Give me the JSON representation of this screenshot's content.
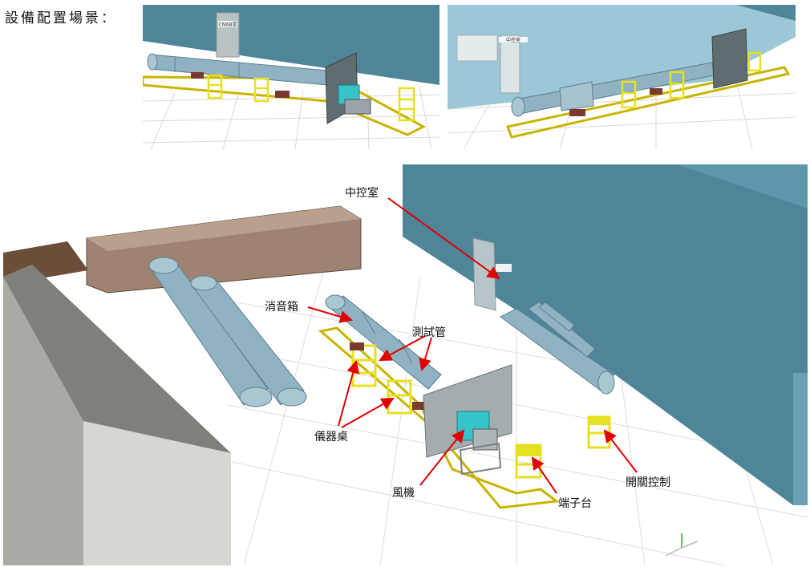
{
  "page": {
    "title": "設備配置場景："
  },
  "left_view": {
    "sign": "CNAB室"
  },
  "right_view": {
    "sign": "中控室"
  },
  "labels": {
    "control_room": "中控室",
    "muffler": "消音箱",
    "test_pipe": "測試管",
    "instrument_desk": "儀器桌",
    "fan": "風機",
    "terminal_block": "端子台",
    "switch_control": "開關控制"
  },
  "colors": {
    "wall_teal": "#4e8599",
    "wall_light": "#9cc7d6",
    "pipe": "#8fb3c2",
    "yellow": "#e6e020",
    "floor_outline": "#c8b400",
    "brown_box": "#9e8370",
    "gray_building": "#a8aaa4",
    "arrow": "#e00000"
  }
}
